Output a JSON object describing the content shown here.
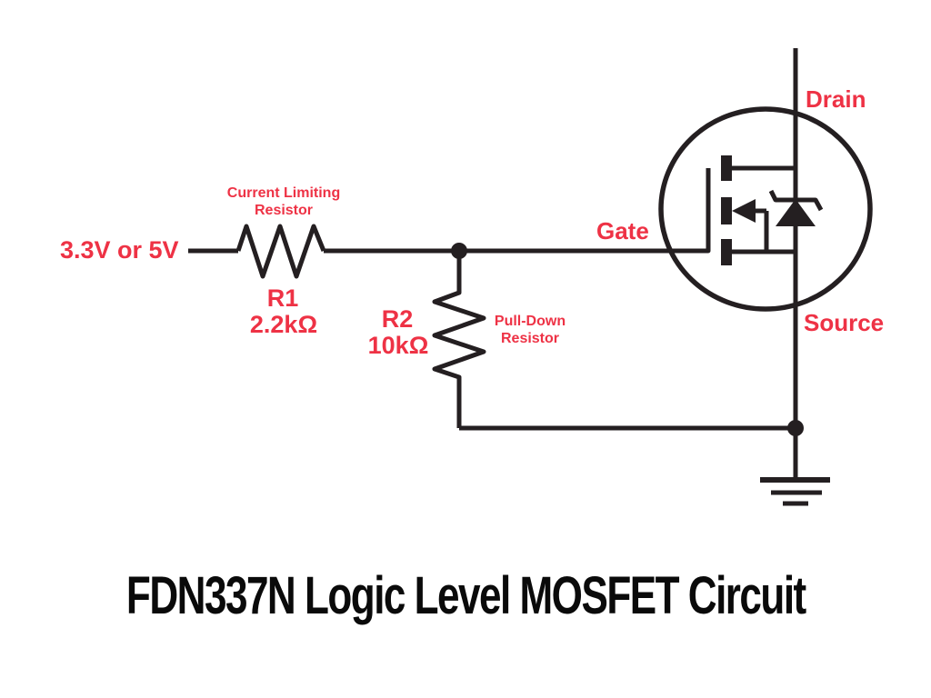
{
  "title": "FDN337N Logic Level MOSFET Circuit",
  "colors": {
    "wire": "#241f21",
    "label_red": "#ee3245",
    "title_black": "#0a0a0a",
    "background": "#ffffff"
  },
  "labels": {
    "supply": "3.3V or 5V",
    "gate": "Gate",
    "drain": "Drain",
    "source": "Source",
    "r1": {
      "name": "R1",
      "value": "2.2kΩ",
      "note_line1": "Current Limiting",
      "note_line2": "Resistor"
    },
    "r2": {
      "name": "R2",
      "value": "10kΩ",
      "note_line1": "Pull-Down",
      "note_line2": "Resistor"
    }
  }
}
